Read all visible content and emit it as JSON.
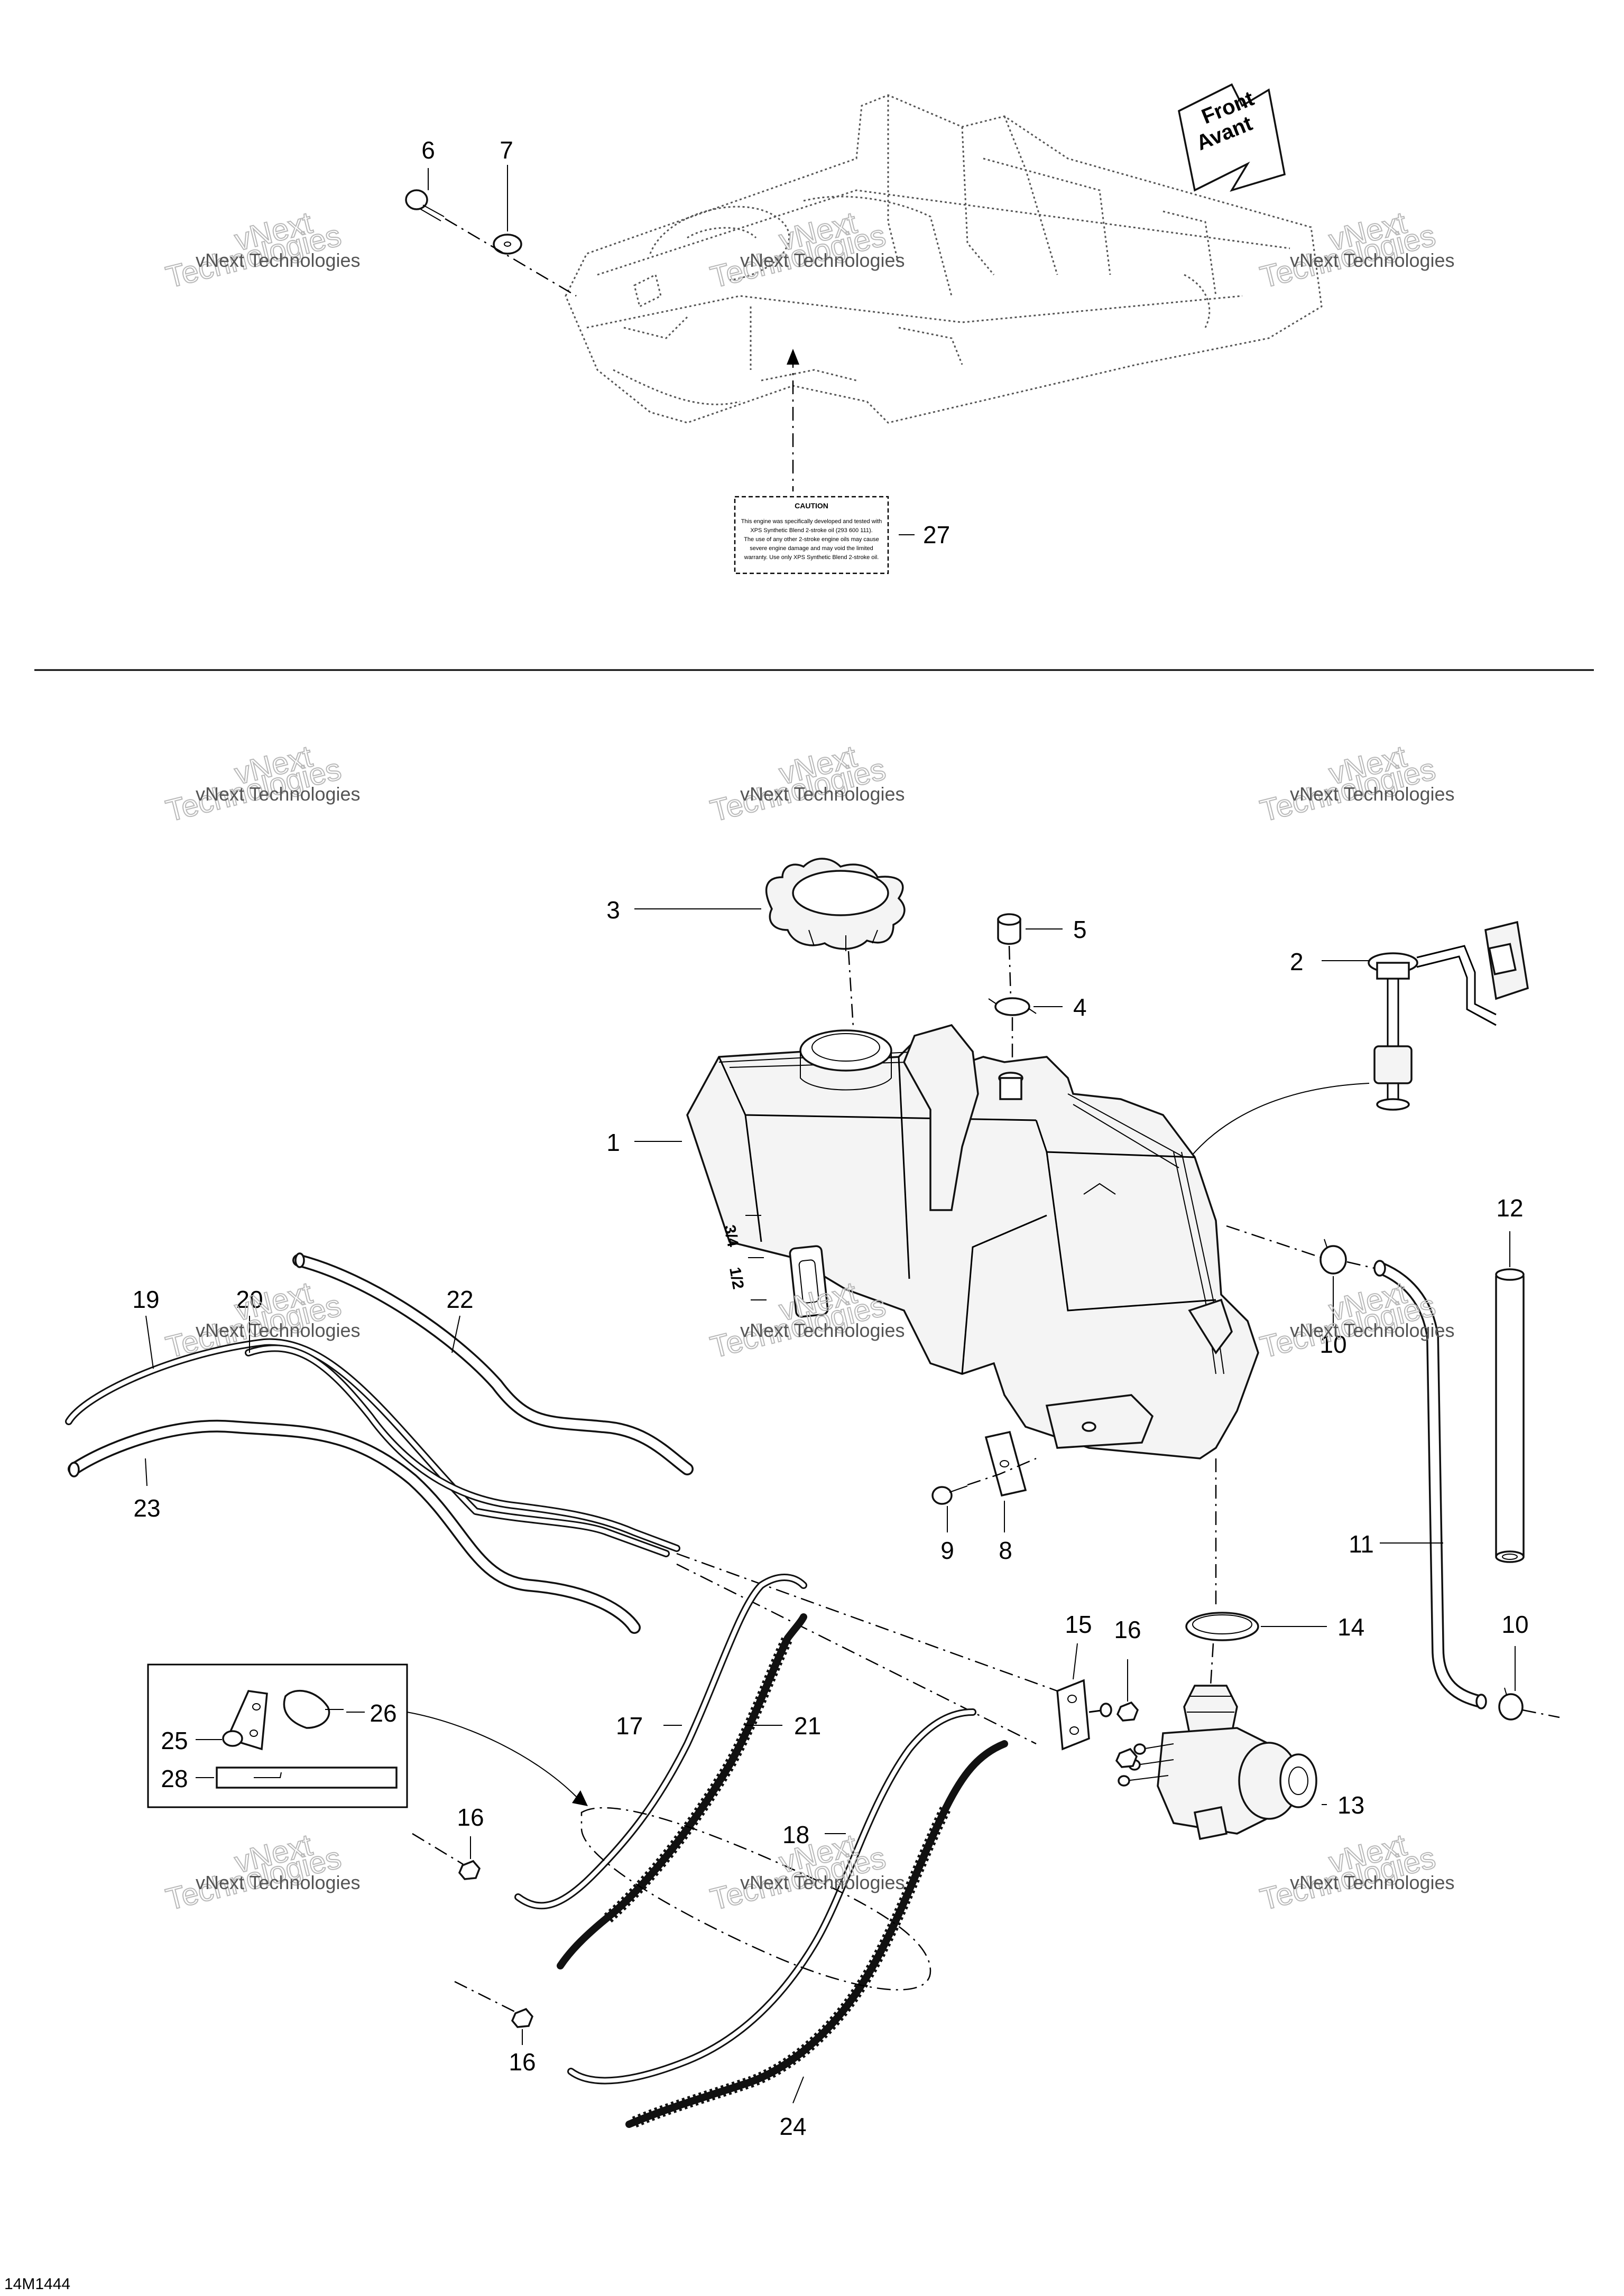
{
  "callouts": {
    "c1": "1",
    "c2": "2",
    "c3": "3",
    "c4": "4",
    "c5": "5",
    "c6": "6",
    "c7": "7",
    "c8": "8",
    "c9": "9",
    "c10a": "10",
    "c10b": "10",
    "c11": "11",
    "c12": "12",
    "c13": "13",
    "c14": "14",
    "c15": "15",
    "c16a": "16",
    "c16b": "16",
    "c16c": "16",
    "c17": "17",
    "c18": "18",
    "c19": "19",
    "c20": "20",
    "c21": "21",
    "c22": "22",
    "c23": "23",
    "c24": "24",
    "c25": "25",
    "c26": "26",
    "c27": "27",
    "c28": "28"
  },
  "front_arrow": {
    "line1": "Front",
    "line2": "Avant"
  },
  "caution_label": {
    "title": "CAUTION",
    "lines": [
      "This engine was specifically developed and tested with",
      "XPS Synthetic Blend 2-stroke oil (293 600 111).",
      "The use of any other 2-stroke engine oils may cause",
      "severe engine damage and may void the limited",
      "warranty. Use only XPS Synthetic Blend 2-stroke oil."
    ]
  },
  "watermark": {
    "small": "vNext Technologies",
    "big_top": "vNext",
    "big_bottom": "Technologies"
  },
  "tank_marks": {
    "three_quarter": "3/4",
    "half": "1/2"
  },
  "figure_code": "14M1444"
}
